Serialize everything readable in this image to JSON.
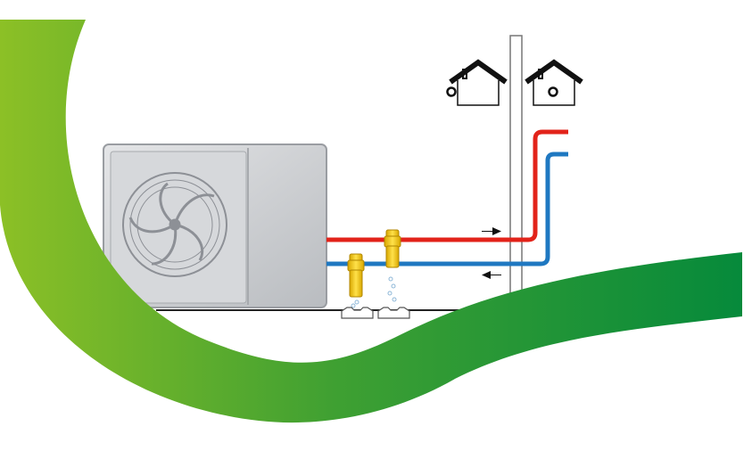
{
  "colors": {
    "supply_pipe": "#e2231a",
    "return_pipe": "#1f78c1",
    "swoosh_start": "#8cc026",
    "swoosh_end": "#068a3b",
    "valve": "#f2c500"
  },
  "icons": [
    "heat-pump-unit",
    "fan",
    "house",
    "safety-valve",
    "drain-tray",
    "flow-arrow"
  ]
}
